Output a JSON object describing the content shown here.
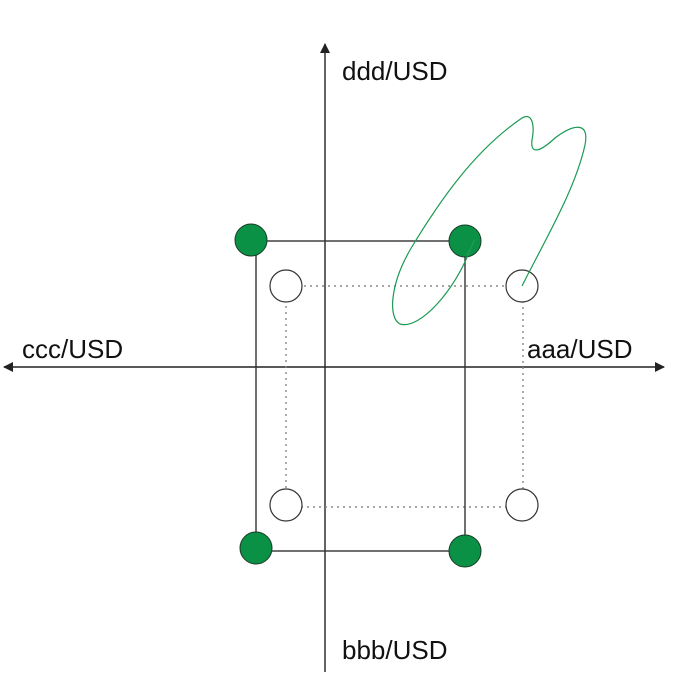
{
  "axes": {
    "top_label": "ddd/USD",
    "bottom_label": "bbb/USD",
    "left_label": "ccc/USD",
    "right_label": "aaa/USD"
  },
  "colors": {
    "axis": "#222222",
    "solid_frame": "#333333",
    "dotted_frame": "#888888",
    "filled_node": "#0b9146",
    "node_outline": "#333333",
    "curve": "#1a9a52"
  }
}
